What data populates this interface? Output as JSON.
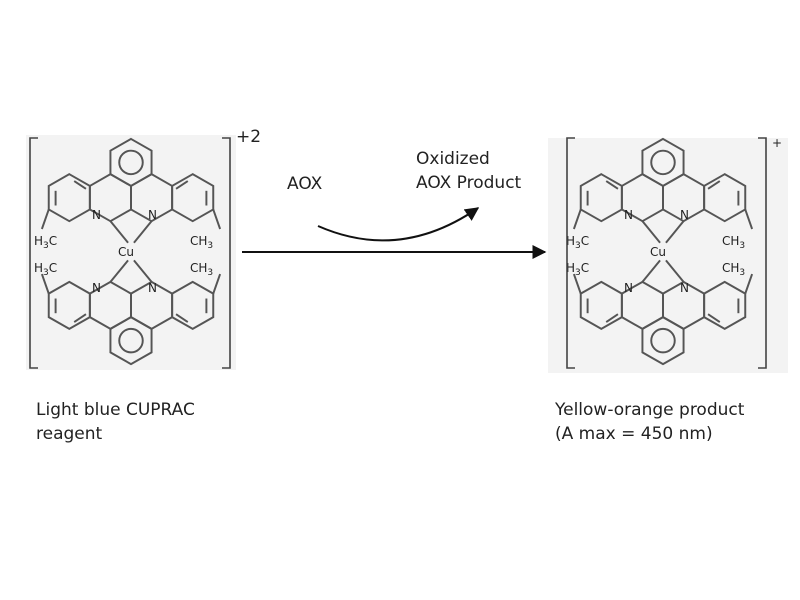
{
  "reactant": {
    "charge": "+2",
    "caption_line1": "Light blue CUPRAC",
    "caption_line2": "reagent",
    "atoms": {
      "metal": "Cu",
      "nitrogen": "N",
      "methyl": "CH",
      "methyl_sub": "3",
      "methyl_left": "H",
      "methyl_left_sub": "3",
      "methyl_left_c": "C"
    }
  },
  "product": {
    "charge": "+",
    "caption_line1": "Yellow-orange product",
    "caption_line2": "(A max = 450 nm)"
  },
  "reaction": {
    "reagent_label": "AOX",
    "byproduct_line1": "Oxidized",
    "byproduct_line2": "AOX Product"
  },
  "colors": {
    "structure_bg": "#f2f2f2",
    "ink": "#222222"
  }
}
